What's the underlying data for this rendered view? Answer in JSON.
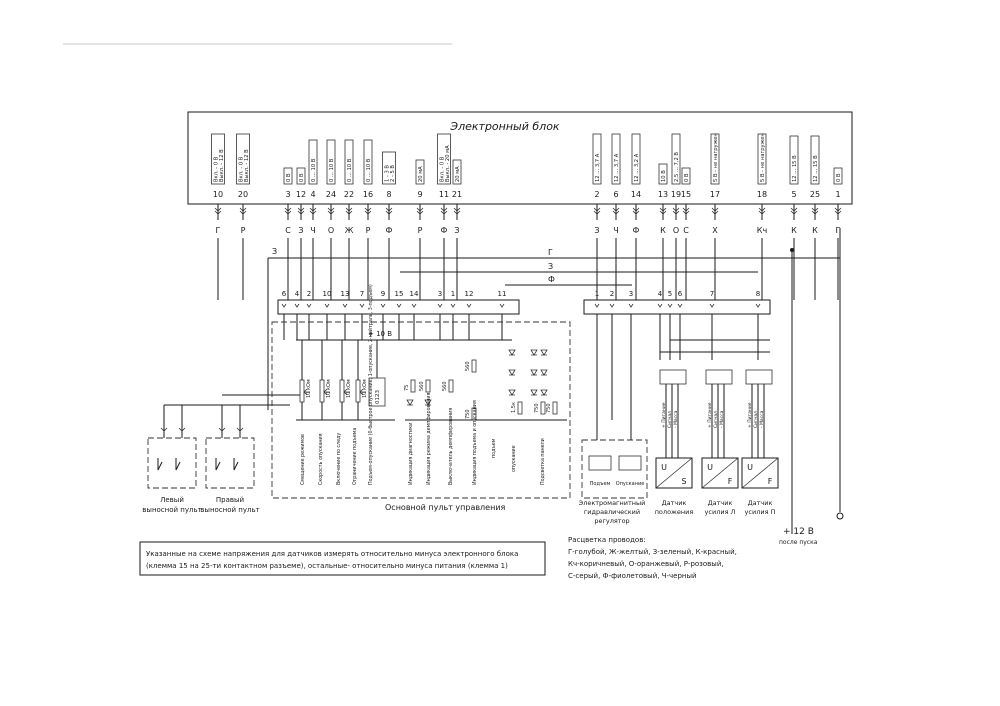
{
  "colors": {
    "ink": "#1a1a1a",
    "background": "#ffffff"
  },
  "electronic_block": {
    "title": "Электронный блок",
    "pins": [
      {
        "num": "10",
        "ratings": [
          "Вкл. - 0 В",
          "Выкл. - 12 В"
        ]
      },
      {
        "num": "20",
        "ratings": [
          "Вкл. - 0 В",
          "Выкл. - 12 В"
        ]
      },
      {
        "num": "3",
        "ratings": [
          "0 В"
        ]
      },
      {
        "num": "12",
        "ratings": [
          "0 В"
        ]
      },
      {
        "num": "4",
        "ratings": [
          "0 ... 10 В"
        ]
      },
      {
        "num": "24",
        "ratings": [
          "0 ... 10 В"
        ]
      },
      {
        "num": "22",
        "ratings": [
          "0 ... 10 В"
        ]
      },
      {
        "num": "16",
        "ratings": [
          "0 ... 10 В"
        ]
      },
      {
        "num": "8",
        "ratings": [
          "1 - 3 В",
          "2 - 5 В"
        ]
      },
      {
        "num": "9",
        "ratings": [
          "20 мА"
        ]
      },
      {
        "num": "11",
        "ratings": [
          "Вкл. - 0 В",
          "Выкл. - 20 мА"
        ]
      },
      {
        "num": "21",
        "ratings": [
          "20 мА"
        ]
      },
      {
        "num": "2",
        "ratings": [
          "12 ... 3,7 А"
        ]
      },
      {
        "num": "6",
        "ratings": [
          "12 ... 3,7 А"
        ]
      },
      {
        "num": "14",
        "ratings": [
          "12 ... 3,2 А"
        ]
      },
      {
        "num": "13",
        "ratings": [
          "10 В"
        ]
      },
      {
        "num": "19",
        "ratings": [
          "2,5 ... 7,2 В"
        ]
      },
      {
        "num": "15",
        "ratings": [
          "0 В"
        ]
      },
      {
        "num": "17",
        "ratings": [
          "5 В - не нагружен"
        ]
      },
      {
        "num": "18",
        "ratings": [
          "5 В - не нагружен"
        ]
      },
      {
        "num": "5",
        "ratings": [
          "12 ... 15 В"
        ]
      },
      {
        "num": "25",
        "ratings": [
          "12 ... 15 В"
        ]
      },
      {
        "num": "1",
        "ratings": [
          "0 В"
        ]
      }
    ]
  },
  "wire_letters": [
    "Г",
    "Р",
    "С",
    "З",
    "Ч",
    "О",
    "Ж",
    "Р",
    "Ф",
    "Р",
    "Ф",
    "З",
    "З",
    "Ч",
    "Ф",
    "К",
    "О",
    "С",
    "Х",
    "Кч",
    "К",
    "К",
    "Г"
  ],
  "buses": [
    {
      "label": "Г"
    },
    {
      "label": "З"
    },
    {
      "label": "Ф"
    },
    {
      "label": "З"
    }
  ],
  "connector_left": {
    "pins": [
      "6",
      "4",
      "2",
      "10",
      "13",
      "7",
      "9",
      "15",
      "14",
      "3",
      "1",
      "12",
      "11"
    ]
  },
  "connector_right": {
    "pins": [
      "1",
      "2",
      "3",
      "4",
      "5",
      "6",
      "7",
      "8"
    ]
  },
  "main_panel": {
    "title": "Основной пульт управления",
    "voltage": "+ 10 В",
    "pot_values": [
      "10 кОм",
      "10 кОм",
      "10 кОм",
      "10 кОм"
    ],
    "digits": "0123",
    "resistors": [
      "75",
      "560",
      "560",
      "560",
      "750",
      "1,5к",
      "750",
      "750"
    ],
    "switch_labels": [
      "Смещение режимов",
      "Скорость опускания",
      "Включение по следу",
      "Ограничение подъема",
      "Подъем-опускание (0-быстрое опускание, 1-опускание, 2-нейтраль, 3-подъем)"
    ],
    "indicator_labels": [
      "Индикация диагностики",
      "Индикация режима демпфирования",
      "Выключатель демпфирования",
      "Индикация подъема и опускания",
      "Подсветка панели"
    ],
    "ind_sub": [
      "подъем",
      "опускание"
    ]
  },
  "remotes": [
    {
      "label": [
        "Левый",
        "выносной пульт"
      ]
    },
    {
      "label": [
        "Правый",
        "выносной пульт"
      ]
    }
  ],
  "hydraulic": {
    "label": [
      "Электромагнитный",
      "гидравлический",
      "регулятор"
    ],
    "valves": [
      "Подъем",
      "Опускание"
    ]
  },
  "sensors": [
    {
      "label": [
        "Датчик",
        "положения"
      ],
      "letters": [
        "U",
        "S"
      ],
      "wires": [
        "+ Питание",
        "Сигнал",
        "- Масса"
      ]
    },
    {
      "label": [
        "Датчик",
        "усилия Л"
      ],
      "letters": [
        "U",
        "F"
      ],
      "wires": [
        "+ Питание",
        "Сигнал",
        "- Масса"
      ]
    },
    {
      "label": [
        "Датчик",
        "усилия П"
      ],
      "letters": [
        "U",
        "F"
      ],
      "wires": [
        "+ Питание",
        "Сигнал",
        "- Масса"
      ]
    }
  ],
  "power": {
    "label": "+ 12 В",
    "sub": "после пуска"
  },
  "notes": {
    "left": [
      "Указанные на схеме напряжения для датчиков измерять относительно минуса электронного блока",
      "(клемма 15 на 25-ти контактном разъеме), остальные- относительно минуса питания (клемма 1)"
    ],
    "right": [
      "Расцветка проводов:",
      "Г-голубой, Ж-желтый, З-зеленый, К-красный,",
      "Кч-коричневый, О-оранжевый, Р-розовый,",
      "С-серый, Ф-фиолетовый, Ч-черный"
    ]
  }
}
